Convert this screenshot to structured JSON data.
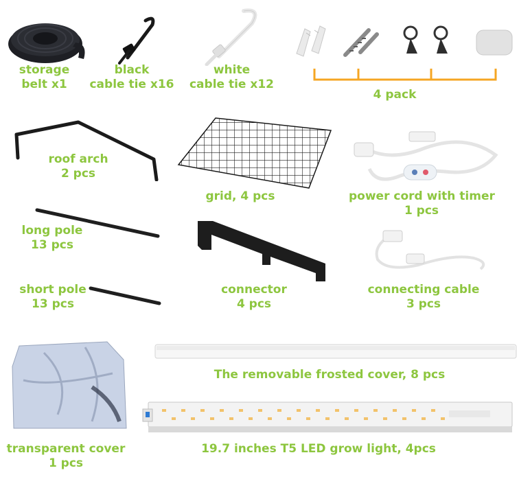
{
  "labels": {
    "storage_belt": [
      "storage",
      "belt x1"
    ],
    "black_tie": [
      "black",
      "cable tie x16"
    ],
    "white_tie": [
      "white",
      "cable tie x12"
    ],
    "four_pack": "4 pack",
    "roof_arch": [
      "roof arch",
      "2 pcs"
    ],
    "grid": "grid, 4 pcs",
    "power_cord": [
      "power cord with timer",
      "1 pcs"
    ],
    "long_pole": [
      "long pole",
      "13 pcs"
    ],
    "connector": [
      "connector",
      "4 pcs"
    ],
    "short_pole": [
      "short pole",
      "13 pcs"
    ],
    "connecting_cable": [
      "connecting cable",
      "3 pcs"
    ],
    "frosted_cover": "The removable frosted cover, 8 pcs",
    "transparent_cover": [
      "transparent cover",
      "1 pcs"
    ],
    "grow_light": "19.7 inches T5 LED grow light, 4pcs"
  },
  "colors": {
    "label_green": "#8dc63f",
    "bracket_orange": "#f5a623",
    "led_yellow": "#f2c26b"
  }
}
